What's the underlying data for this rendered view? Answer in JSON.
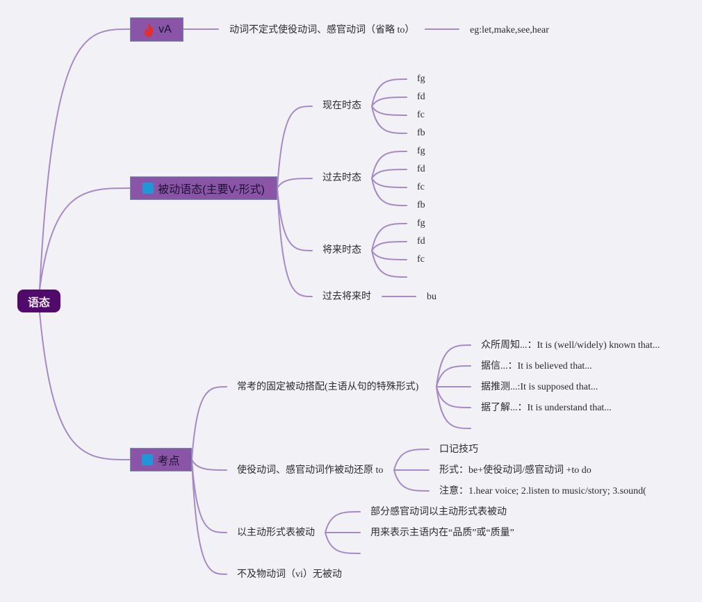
{
  "root": "语态",
  "colors": {
    "line": "#a689c7",
    "box": "#8a55a7",
    "root": "#4f0a6b",
    "square": "#2196d6",
    "fire": "#e02f2f"
  },
  "branches": {
    "va": {
      "label": "vA",
      "icon": "fire-icon",
      "child": "动词不定式使役动词、感官动词（省略 to）",
      "grandchild": "eg:let,make,see,hear"
    },
    "passive": {
      "label": "被动语态(主要V-形式)",
      "icon": "blue-square-icon",
      "present": {
        "label": "现在时态",
        "items": [
          "fg",
          "fd",
          "fc",
          "fb"
        ]
      },
      "past": {
        "label": "过去时态",
        "items": [
          "fg",
          "fd",
          "fc",
          "fb"
        ]
      },
      "future": {
        "label": "将来时态",
        "items": [
          "fg",
          "fd",
          "fc",
          ""
        ]
      },
      "past_future": {
        "label": "过去将来时",
        "child": "bu"
      }
    },
    "exam": {
      "label": "考点",
      "icon": "blue-square-icon",
      "fixed": {
        "label": "常考的固定被动搭配(主语从句的特殊形式)",
        "items": [
          "众所周知...：It is (well/widely) known that...",
          "据信...：It is believed that...",
          "据推测...:It is supposed that...",
          "据了解...：It is understand that...",
          ""
        ]
      },
      "causative": {
        "label": "使役动词、感官动词作被动还原 to",
        "items": [
          "口记技巧",
          "形式：be+使役动词/感官动词 +to do",
          "注意：1.hear voice; 2.listen to music/story; 3.sound("
        ]
      },
      "active_form": {
        "label": "以主动形式表被动",
        "items": [
          "部分感官动词以主动形式表被动",
          "用来表示主语内在“品质”或“质量”",
          ""
        ]
      },
      "intransitive": {
        "label": "不及物动词（vi）无被动"
      }
    }
  }
}
